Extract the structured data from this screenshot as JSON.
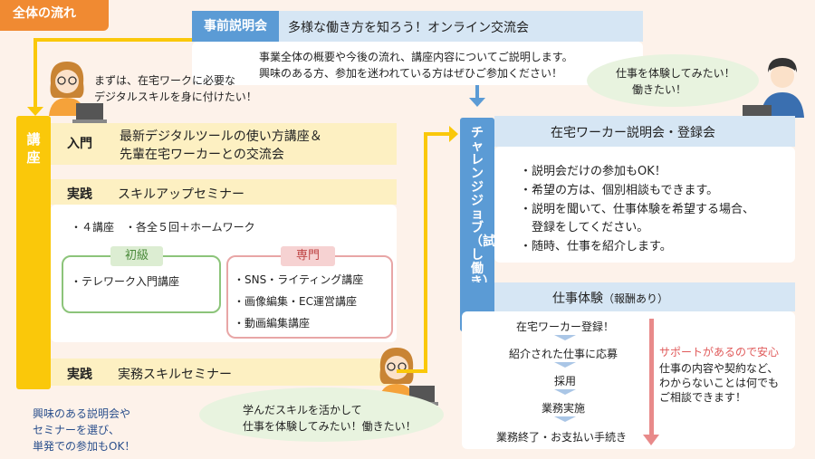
{
  "header": {
    "flow_tag": "全体の流れ"
  },
  "briefing": {
    "label": "事前説明会",
    "title": "多様な働き方を知ろう！オンライン交流会",
    "line1": "事業全体の概要や今後の流れ、講座内容についてご説明します。",
    "line2": "興味のある方、参加を迷われている方はぜひご参加ください！"
  },
  "speech": {
    "top_left_1": "まずは、在宅ワークに必要な",
    "top_left_2": "デジタルスキルを身に付けたい！",
    "top_right_1": "仕事を体験してみたい！",
    "top_right_2": "働きたい！",
    "bottom_1": "学んだスキルを活かして",
    "bottom_2": "仕事を体験してみたい！働きたい！"
  },
  "course": {
    "vertical_label": "講座",
    "intro_tag": "入門",
    "intro_line1": "最新デジタルツールの使い方講座＆",
    "intro_line2": "先輩在宅ワーカーとの交流会",
    "practice_tag": "実践",
    "practice_title": "スキルアップセミナー",
    "practice_note": "・４講座　・各全５回＋ホームワーク",
    "beginner_label": "初級",
    "beginner_item": "・テレワーク入門講座",
    "expert_label": "専門",
    "expert_items": [
      "・SNS・ライティング講座",
      "・画像編集・EC運営講座",
      "・動画編集講座"
    ],
    "work_tag": "実践",
    "work_title": "実務スキルセミナー",
    "note_1": "興味のある説明会や",
    "note_2": "セミナーを選び、",
    "note_3": "単発での参加もOK！"
  },
  "challenge": {
    "vertical_label": "チャレンジジョブ（試し働き）",
    "reg_title": "在宅ワーカー説明会・登録会",
    "reg_items": [
      "・説明会だけの参加もOK！",
      "・希望の方は、個別相談もできます。",
      "・説明を聞いて、仕事体験を希望する場合、",
      "　登録をしてください。",
      "・随時、仕事を紹介します。"
    ],
    "exp_title": "仕事体験",
    "exp_sub": "（報酬あり）",
    "steps": [
      "在宅ワーカー登録！",
      "紹介された仕事に応募",
      "採用",
      "業務実施",
      "業務終了・お支払い手続き"
    ],
    "support_title": "サポートがあるので安心",
    "support_1": "仕事の内容や契約など、",
    "support_2": "わからないことは何でも",
    "support_3": "ご相談できます！"
  },
  "colors": {
    "orange": "#f08a32",
    "yellow": "#fac80a",
    "blue": "#5b9bd5",
    "pink_red": "#e05a5a",
    "green": "#7fba6a"
  }
}
